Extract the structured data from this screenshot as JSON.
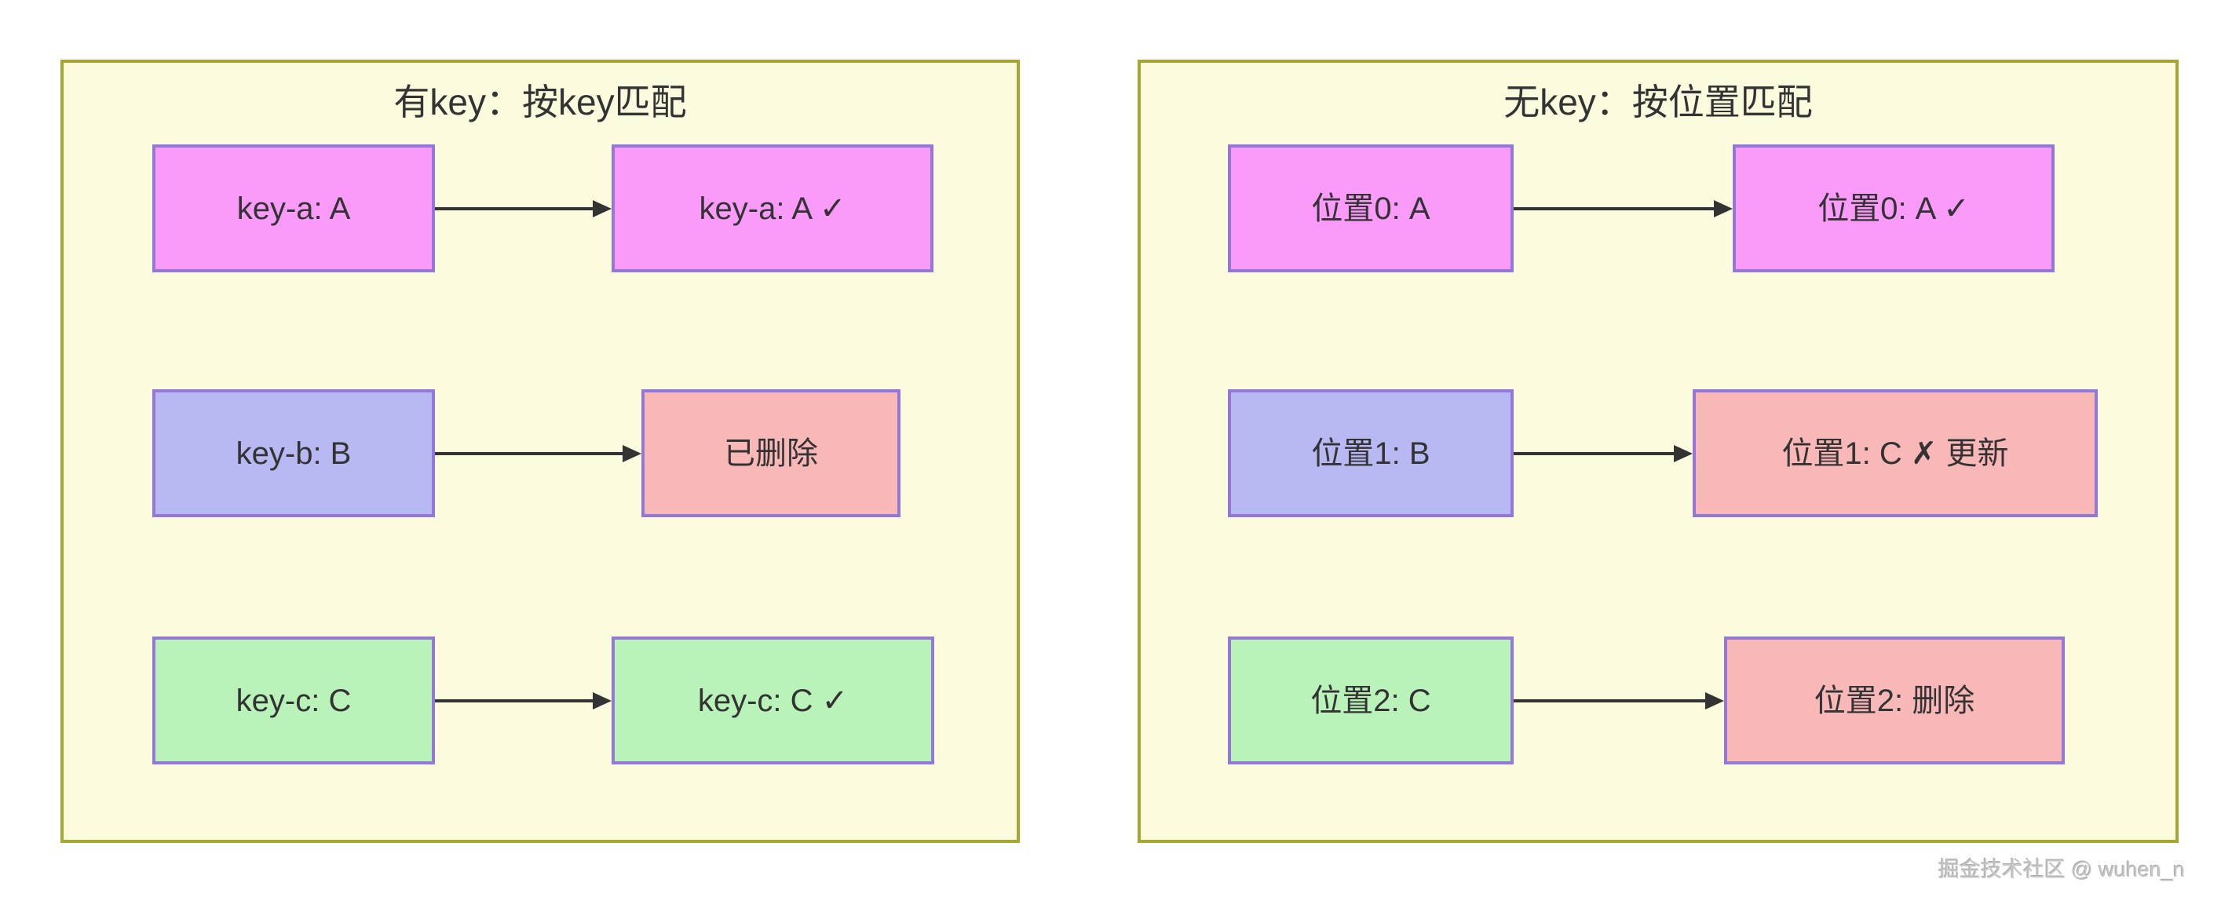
{
  "colors": {
    "panel_bg": "#fbfbde",
    "panel_border": "#a6a633",
    "node_border": "#9478d8",
    "arrow": "#333333",
    "text": "#333333",
    "pink": "#fa9bfa",
    "lavender": "#b8b8f3",
    "green": "#b9f3b9",
    "salmon": "#f9b8b8"
  },
  "panels": [
    {
      "title": "有key：按key匹配",
      "rows": [
        {
          "source": {
            "label": "key-a: A",
            "color": "pink"
          },
          "target": {
            "label": "key-a: A ✓",
            "color": "pink"
          }
        },
        {
          "source": {
            "label": "key-b: B",
            "color": "lavender"
          },
          "target": {
            "label": "已删除",
            "color": "salmon"
          }
        },
        {
          "source": {
            "label": "key-c: C",
            "color": "green"
          },
          "target": {
            "label": "key-c: C ✓",
            "color": "green"
          }
        }
      ]
    },
    {
      "title": "无key：按位置匹配",
      "rows": [
        {
          "source": {
            "label": "位置0: A",
            "color": "pink"
          },
          "target": {
            "label": "位置0: A ✓",
            "color": "pink"
          }
        },
        {
          "source": {
            "label": "位置1: B",
            "color": "lavender"
          },
          "target": {
            "label": "位置1: C ✗ 更新",
            "color": "salmon"
          }
        },
        {
          "source": {
            "label": "位置2: C",
            "color": "green"
          },
          "target": {
            "label": "位置2: 删除",
            "color": "salmon"
          }
        }
      ]
    }
  ],
  "watermark": "掘金技术社区 @ wuhen_n"
}
